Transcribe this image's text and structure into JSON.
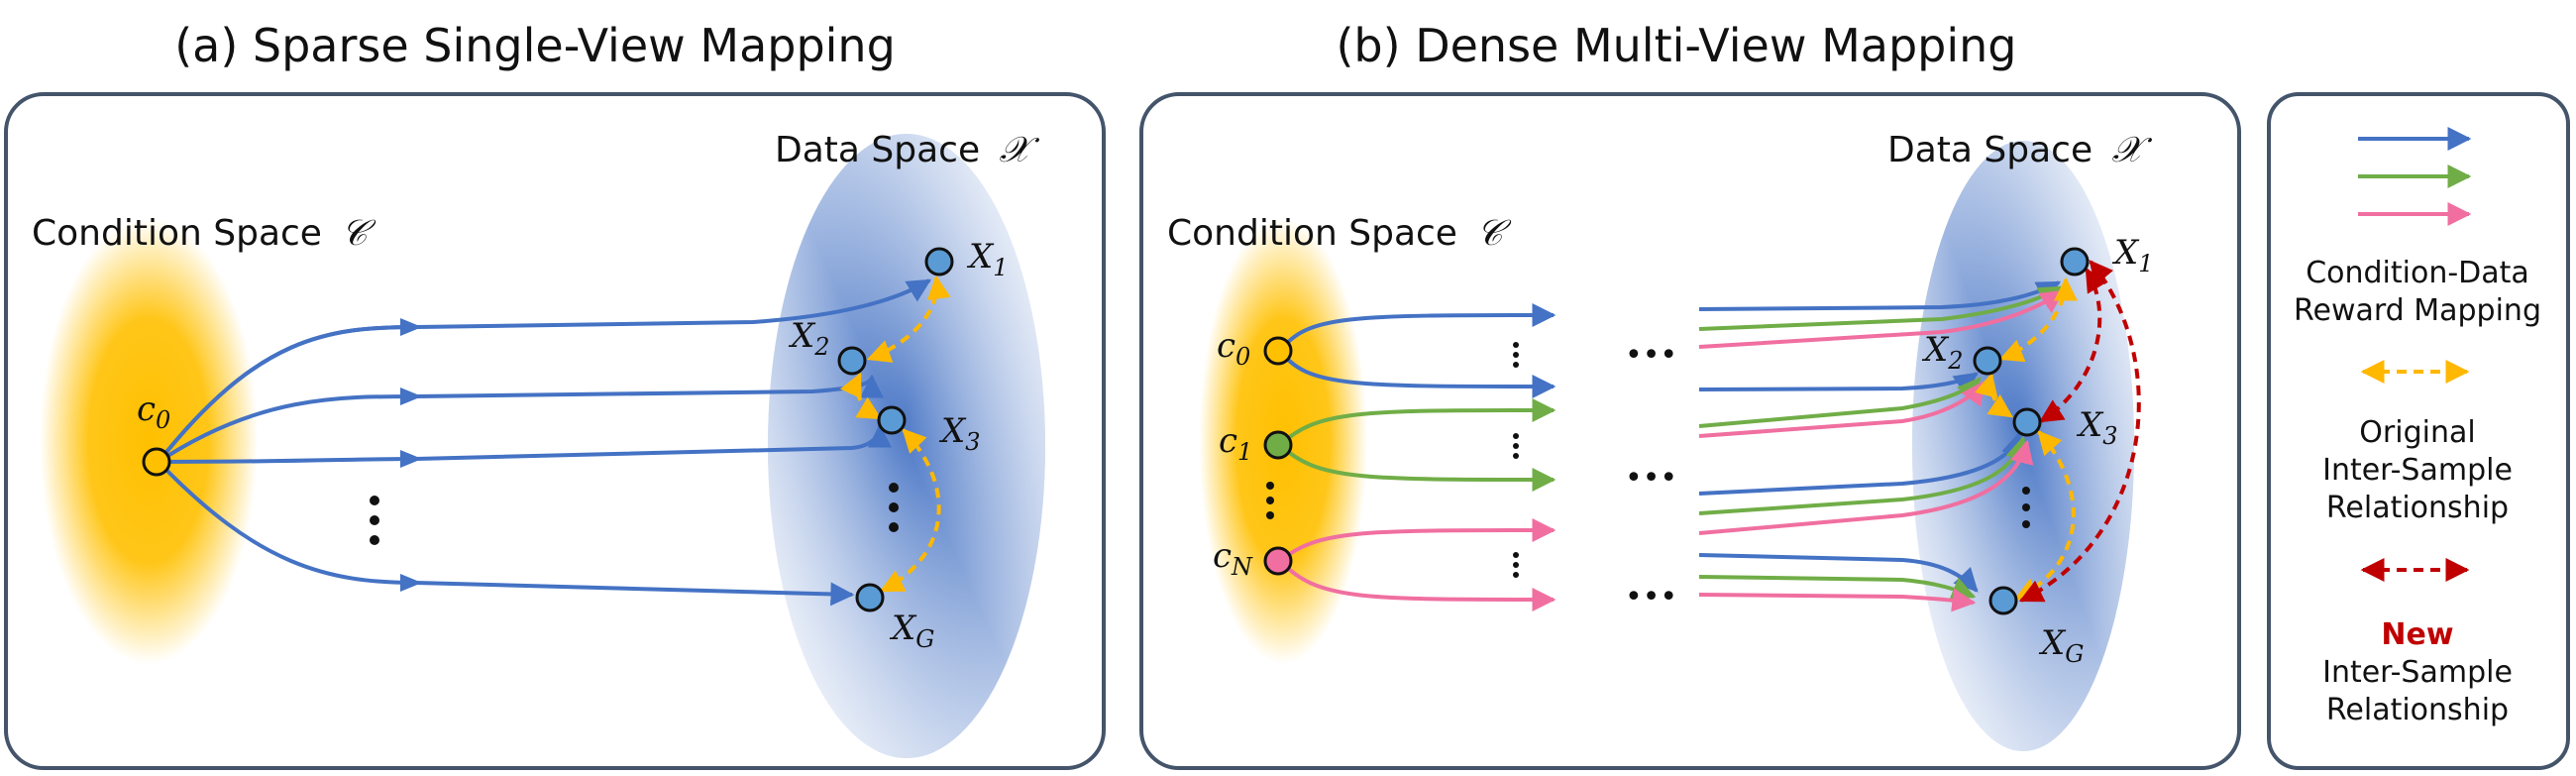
{
  "panel_a": {
    "title": "(a) Sparse Single-View Mapping",
    "condition_space_label": "Condition Space",
    "condition_space_symbol": "𝒞",
    "data_space_label": "Data Space",
    "data_space_symbol": "𝒳",
    "condition_node": {
      "base": "c",
      "sub": "0"
    },
    "data_nodes": [
      {
        "base": "X",
        "sub": "1"
      },
      {
        "base": "X",
        "sub": "2"
      },
      {
        "base": "X",
        "sub": "3"
      },
      {
        "base": "X",
        "sub": "G"
      }
    ]
  },
  "panel_b": {
    "title": "(b) Dense Multi-View Mapping",
    "condition_space_label": "Condition Space",
    "condition_space_symbol": "𝒞",
    "data_space_label": "Data Space",
    "data_space_symbol": "𝒳",
    "condition_nodes": [
      {
        "base": "c",
        "sub": "0"
      },
      {
        "base": "c",
        "sub": "1"
      },
      {
        "base": "c",
        "sub": "N"
      }
    ],
    "data_nodes": [
      {
        "base": "X",
        "sub": "1"
      },
      {
        "base": "X",
        "sub": "2"
      },
      {
        "base": "X",
        "sub": "3"
      },
      {
        "base": "X",
        "sub": "G"
      }
    ],
    "ellipsis": "•••"
  },
  "legend": {
    "mapping_label_line1": "Condition-Data",
    "mapping_label_line2": "Reward Mapping",
    "original_line1": "Original",
    "original_line2": "Inter-Sample",
    "original_line3": "Relationship",
    "new_word": "New",
    "new_line2": "Inter-Sample",
    "new_line3": "Relationship"
  },
  "colors": {
    "blue_arrow": "#4472C4",
    "green_arrow": "#70AD47",
    "pink_arrow": "#F06FA0",
    "orange_dashed": "#FFB800",
    "red_dashed": "#C00000",
    "condition_gradient": "#FFC000",
    "data_gradient": "#4472C4",
    "node_blue": "#5B9BD5",
    "node_yellow": "#FFC000",
    "node_green": "#70AD47",
    "node_pink": "#F06FA0",
    "new_word": "#C00000",
    "panel_border": "#44546A"
  }
}
